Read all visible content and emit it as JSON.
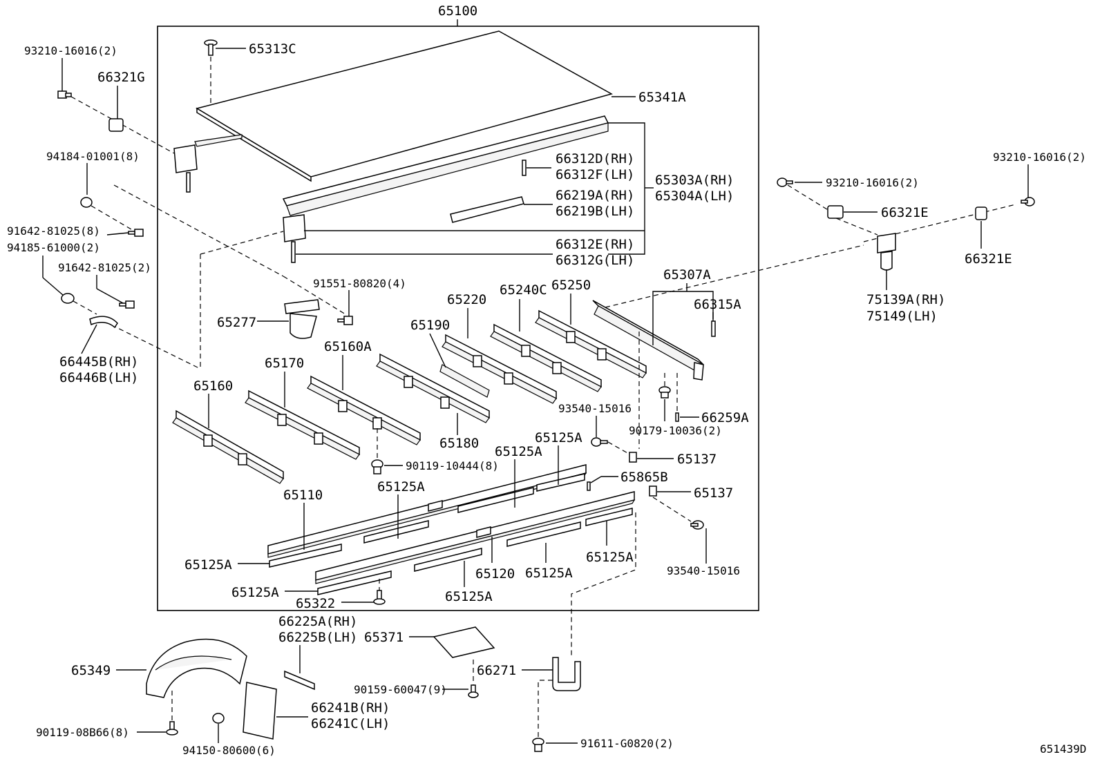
{
  "diagram": {
    "assembly_label": "65100",
    "figure_code": "651439D",
    "labels": {
      "l65313C": "65313C",
      "l65341A": "65341A",
      "l66312D": "66312D(RH)",
      "l66312F": "66312F(LH)",
      "l65303A": "65303A(RH)",
      "l65304A": "65304A(LH)",
      "l66219A": "66219A(RH)",
      "l66219B": "66219B(LH)",
      "l66312E": "66312E(RH)",
      "l66312G": "66312G(LH)",
      "l65307A": "65307A",
      "l66315A": "66315A",
      "l91551": "91551-80820(4)",
      "l65277": "65277",
      "l65220": "65220",
      "l65240C": "65240C",
      "l65250": "65250",
      "l65190": "65190",
      "l65170": "65170",
      "l65160A": "65160A",
      "l65160": "65160",
      "l65180": "65180",
      "l93540a": "93540-15016",
      "l90179": "90179-10036(2)",
      "l66259A": "66259A",
      "l65137a": "65137",
      "l65137b": "65137",
      "l65865B": "65865B",
      "l90119a": "90119-10444(8)",
      "l65125A_1": "65125A",
      "l65125A_2": "65125A",
      "l65125A_3": "65125A",
      "l65125A_4": "65125A",
      "l65125A_5": "65125A",
      "l65125A_6": "65125A",
      "l65125A_7": "65125A",
      "l65125A_8": "65125A",
      "l65110": "65110",
      "l65120": "65120",
      "l65322": "65322",
      "l93540b": "93540-15016",
      "l93210a": "93210-16016(2)",
      "l66321G": "66321G",
      "l94184": "94184-01001(8)",
      "l91642a": "91642-81025(8)",
      "l94185": "94185-61000(2)",
      "l91642b": "91642-81025(2)",
      "l66445B": "66445B(RH)",
      "l66446B": "66446B(LH)",
      "l93210b": "93210-16016(2)",
      "l66321Ea": "66321E",
      "l93210c": "93210-16016(2)",
      "l66321Eb": "66321E",
      "l75139A": "75139A(RH)",
      "l75149": "75149(LH)",
      "l66225A": "66225A(RH)",
      "l66225B": "66225B(LH)",
      "l65371": "65371",
      "l65349": "65349",
      "l66271": "66271",
      "l90159": "90159-60047(9)",
      "l90119b": "90119-08B66(8)",
      "l66241B": "66241B(RH)",
      "l66241C": "66241C(LH)",
      "l94150": "94150-80600(6)",
      "l91611": "91611-G0820(2)"
    }
  }
}
